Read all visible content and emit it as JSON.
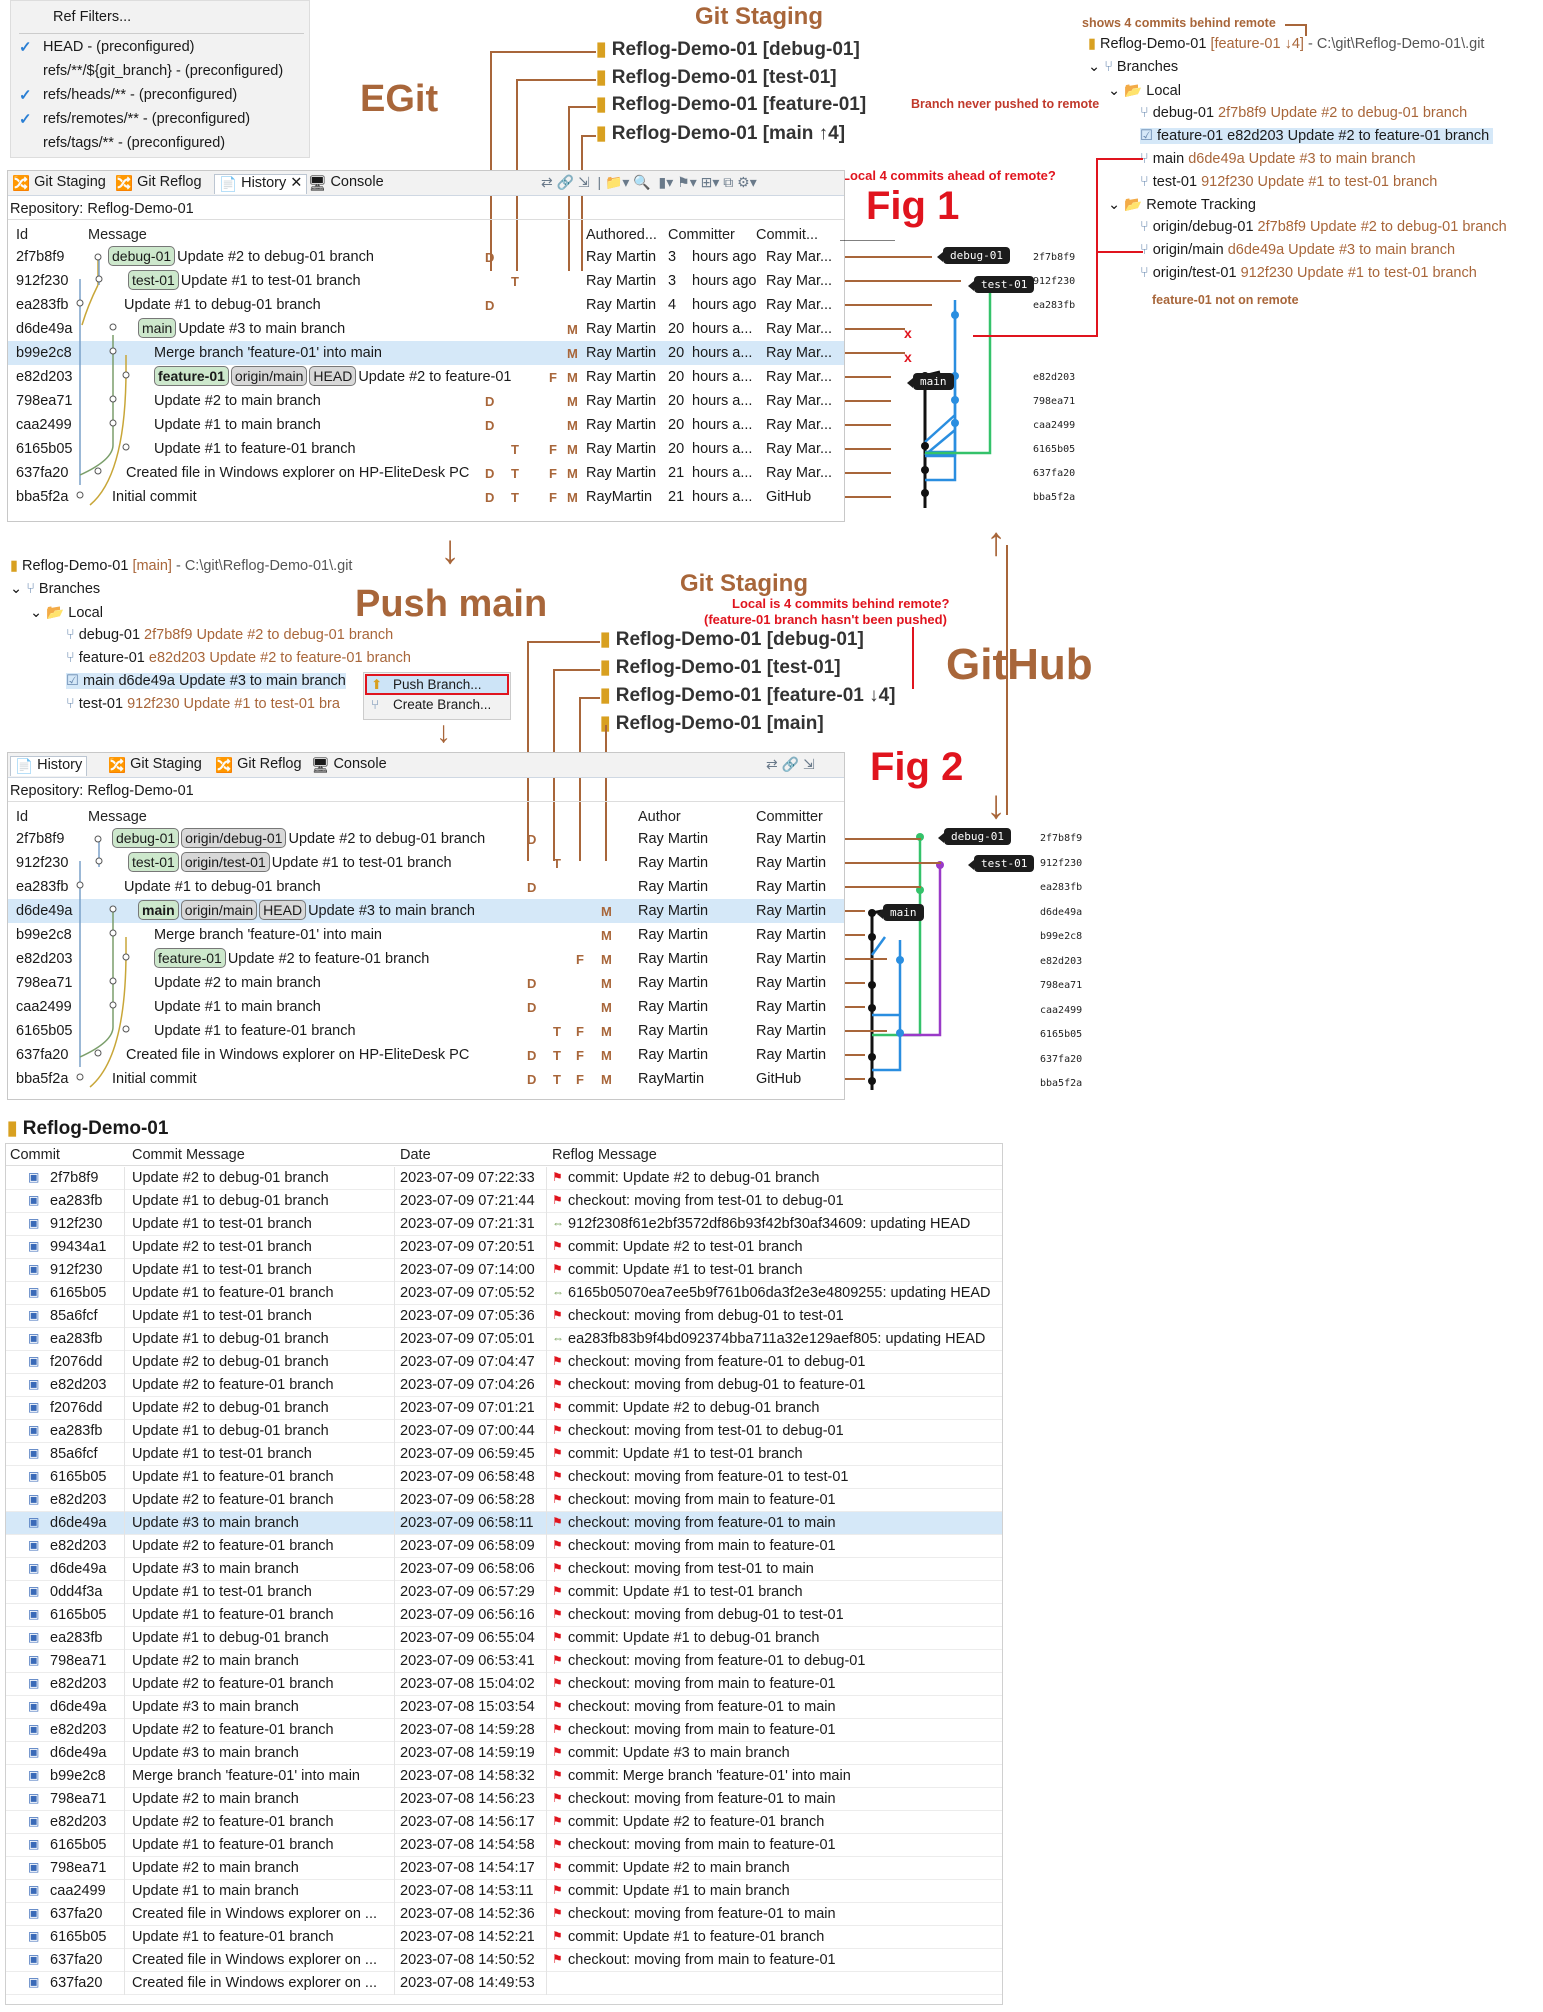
{
  "colors": {
    "annotation": "#a8663a",
    "red": "#e0141e",
    "selection": "#d5e8f8",
    "tag_green": "#cde8cc"
  },
  "ref_filters": {
    "title": "Ref Filters...",
    "items": [
      {
        "label": "HEAD - (preconfigured)",
        "checked": true
      },
      {
        "label": "refs/**/${git_branch} - (preconfigured)",
        "checked": false
      },
      {
        "label": "refs/heads/** - (preconfigured)",
        "checked": true
      },
      {
        "label": "refs/remotes/** - (preconfigured)",
        "checked": true
      },
      {
        "label": "refs/tags/** - (preconfigured)",
        "checked": false
      }
    ]
  },
  "labels": {
    "egit": "EGit",
    "git_staging_1": "Git Staging",
    "git_staging_2": "Git Staging",
    "push_main": "Push  main",
    "github": "GitHub",
    "fig1": "Fig 1",
    "fig2": "Fig 2",
    "never_pushed": "Branch never pushed to remote",
    "ahead": "Local 4 commits ahead of remote?",
    "behind_top": "shows 4 commits behind remote",
    "not_on_remote": "feature-01 not on remote",
    "behind_mid_1": "Local is 4 commits behind remote?",
    "behind_mid_2": "(feature-01 branch hasn't been pushed)"
  },
  "staging1": [
    "Reflog-Demo-01 [debug-01]",
    "Reflog-Demo-01 [test-01]",
    "Reflog-Demo-01 [feature-01]",
    "Reflog-Demo-01 [main ↑4]"
  ],
  "staging2": [
    "Reflog-Demo-01 [debug-01]",
    "Reflog-Demo-01 [test-01]",
    "Reflog-Demo-01 [feature-01 ↓4]",
    "Reflog-Demo-01 [main]"
  ],
  "tabs1": [
    "Git Staging",
    "Git Reflog",
    "History",
    "Console"
  ],
  "tabs2": [
    "History",
    "Git Staging",
    "Git Reflog",
    "Console"
  ],
  "repository": "Repository: Reflog-Demo-01",
  "cols1": [
    "Id",
    "Message",
    "Authored...",
    "Committer",
    "Commit..."
  ],
  "cols2": [
    "Id",
    "Message",
    "Author",
    "Committer"
  ],
  "hist1": [
    {
      "id": "2f7b8f9",
      "tags": [
        "debug-01"
      ],
      "msg": "Update #2 to debug-01 branch",
      "author": "Ray Martin",
      "date": "3",
      "ago": "hours ago",
      "committer": "Ray Mar..."
    },
    {
      "id": "912f230",
      "tags": [
        "test-01"
      ],
      "msg": "Update #1 to test-01 branch",
      "author": "Ray Martin",
      "date": "3",
      "ago": "hours ago",
      "committer": "Ray Mar..."
    },
    {
      "id": "ea283fb",
      "tags": [],
      "msg": "Update #1 to debug-01 branch",
      "author": "Ray Martin",
      "date": "4",
      "ago": "hours ago",
      "committer": "Ray Mar..."
    },
    {
      "id": "d6de49a",
      "tags": [
        "main"
      ],
      "msg": "Update #3 to main branch",
      "author": "Ray Martin",
      "date": "20",
      "ago": "hours a...",
      "committer": "Ray Mar..."
    },
    {
      "id": "b99e2c8",
      "tags": [],
      "msg": "Merge branch 'feature-01' into main",
      "author": "Ray Martin",
      "date": "20",
      "ago": "hours a...",
      "committer": "Ray Mar..."
    },
    {
      "id": "e82d203",
      "tags": [
        "feature-01",
        "origin/main",
        "HEAD"
      ],
      "msg": "Update #2 to feature-01",
      "author": "Ray Martin",
      "date": "20",
      "ago": "hours a...",
      "committer": "Ray Mar..."
    },
    {
      "id": "798ea71",
      "tags": [],
      "msg": "Update #2 to main branch",
      "author": "Ray Martin",
      "date": "20",
      "ago": "hours a...",
      "committer": "Ray Mar..."
    },
    {
      "id": "caa2499",
      "tags": [],
      "msg": "Update #1 to main branch",
      "author": "Ray Martin",
      "date": "20",
      "ago": "hours a...",
      "committer": "Ray Mar..."
    },
    {
      "id": "6165b05",
      "tags": [],
      "msg": "Update #1 to feature-01 branch",
      "author": "Ray Martin",
      "date": "20",
      "ago": "hours a...",
      "committer": "Ray Mar..."
    },
    {
      "id": "637fa20",
      "tags": [],
      "msg": "Created file in Windows explorer on HP-EliteDesk PC",
      "author": "Ray Martin",
      "date": "21",
      "ago": "hours a...",
      "committer": "Ray Mar..."
    },
    {
      "id": "bba5f2a",
      "tags": [],
      "msg": "Initial commit",
      "author": "RayMartin",
      "date": "21",
      "ago": "hours a...",
      "committer": "GitHub"
    }
  ],
  "hist2": [
    {
      "id": "2f7b8f9",
      "tags": [
        "debug-01",
        "origin/debug-01"
      ],
      "msg": "Update #2 to debug-01 branch",
      "author": "Ray Martin",
      "committer": "Ray Martin"
    },
    {
      "id": "912f230",
      "tags": [
        "test-01",
        "origin/test-01"
      ],
      "msg": "Update #1 to test-01 branch",
      "author": "Ray Martin",
      "committer": "Ray Martin"
    },
    {
      "id": "ea283fb",
      "tags": [],
      "msg": "Update #1 to debug-01 branch",
      "author": "Ray Martin",
      "committer": "Ray Martin"
    },
    {
      "id": "d6de49a",
      "tags": [
        "main",
        "origin/main",
        "HEAD"
      ],
      "msg": "Update #3 to main branch",
      "author": "Ray Martin",
      "committer": "Ray Martin"
    },
    {
      "id": "b99e2c8",
      "tags": [],
      "msg": "Merge branch 'feature-01' into main",
      "author": "Ray Martin",
      "committer": "Ray Martin"
    },
    {
      "id": "e82d203",
      "tags": [
        "feature-01"
      ],
      "msg": "Update #2 to feature-01 branch",
      "author": "Ray Martin",
      "committer": "Ray Martin"
    },
    {
      "id": "798ea71",
      "tags": [],
      "msg": "Update #2 to main branch",
      "author": "Ray Martin",
      "committer": "Ray Martin"
    },
    {
      "id": "caa2499",
      "tags": [],
      "msg": "Update #1 to main branch",
      "author": "Ray Martin",
      "committer": "Ray Martin"
    },
    {
      "id": "6165b05",
      "tags": [],
      "msg": "Update #1 to feature-01 branch",
      "author": "Ray Martin",
      "committer": "Ray Martin"
    },
    {
      "id": "637fa20",
      "tags": [],
      "msg": "Created file in Windows explorer on HP-EliteDesk PC",
      "author": "Ray Martin",
      "committer": "Ray Martin"
    },
    {
      "id": "bba5f2a",
      "tags": [],
      "msg": "Initial commit",
      "author": "RayMartin",
      "committer": "GitHub"
    }
  ],
  "letters1": [
    [
      "D"
    ],
    [
      "T"
    ],
    [
      "D"
    ],
    [
      "M"
    ],
    [
      "M"
    ],
    [
      "F",
      "M"
    ],
    [
      "D",
      "M"
    ],
    [
      "D",
      "M"
    ],
    [
      "T",
      "F",
      "M"
    ],
    [
      "D",
      "T",
      "F",
      "M"
    ],
    [
      "D",
      "T",
      "F",
      "M"
    ]
  ],
  "letters2": [
    [
      "D"
    ],
    [
      "T"
    ],
    [
      "D"
    ],
    [
      "M"
    ],
    [
      "M"
    ],
    [
      "F",
      "M"
    ],
    [
      "D",
      "M"
    ],
    [
      "D",
      "M"
    ],
    [
      "T",
      "F",
      "M"
    ],
    [
      "D",
      "T",
      "F",
      "M"
    ],
    [
      "D",
      "T",
      "F",
      "M"
    ]
  ],
  "hashes1": [
    "2f7b8f9",
    "912f230",
    "ea283fb",
    "",
    "",
    "e82d203",
    "798ea71",
    "caa2499",
    "6165b05",
    "637fa20",
    "bba5f2a"
  ],
  "hashes2": [
    "2f7b8f9",
    "912f230",
    "ea283fb",
    "d6de49a",
    "b99e2c8",
    "e82d203",
    "798ea71",
    "caa2499",
    "6165b05",
    "637fa20",
    "bba5f2a"
  ],
  "github_badges": {
    "debug": "debug-01",
    "test": "test-01",
    "main": "main"
  },
  "tree_top": {
    "repo": "Reflog-Demo-01",
    "repo_branch": "[feature-01 ↓4]",
    "repo_path": "- C:\\git\\Reflog-Demo-01\\.git",
    "branches": "Branches",
    "local": "Local",
    "remote": "Remote Tracking",
    "local_items": [
      {
        "name": "debug-01",
        "hash": "2f7b8f9 Update #2 to debug-01 branch"
      },
      {
        "name": "feature-01 e82d203 Update #2 to feature-01 branch",
        "hash": ""
      },
      {
        "name": "main",
        "hash": "d6de49a Update #3 to main branch"
      },
      {
        "name": "test-01",
        "hash": "912f230 Update #1 to test-01 branch"
      }
    ],
    "remote_items": [
      {
        "name": "origin/debug-01",
        "hash": "2f7b8f9 Update #2 to debug-01 branch"
      },
      {
        "name": "origin/main",
        "hash": "d6de49a Update #3 to main branch"
      },
      {
        "name": "origin/test-01",
        "hash": "912f230 Update #1 to test-01 branch"
      }
    ]
  },
  "tree_mid": {
    "repo": "Reflog-Demo-01",
    "repo_branch": "[main]",
    "repo_path": "- C:\\git\\Reflog-Demo-01\\.git",
    "branches": "Branches",
    "local": "Local",
    "items": [
      {
        "name": "debug-01",
        "hash": "2f7b8f9 Update #2 to debug-01 branch"
      },
      {
        "name": "feature-01",
        "hash": "e82d203 Update #2 to feature-01 branch"
      },
      {
        "name": "main d6de49a Update #3 to main branch",
        "hash": ""
      },
      {
        "name": "test-01",
        "hash": "912f230 Update #1 to test-01 bra"
      }
    ],
    "menu": [
      "Push Branch...",
      "Create Branch..."
    ]
  },
  "reflog": {
    "title": "Reflog-Demo-01",
    "cols": [
      "Commit",
      "Commit Message",
      "Date",
      "Reflog Message"
    ],
    "rows": [
      [
        "2f7b8f9",
        "Update #2 to debug-01 branch",
        "2023-07-09 07:22:33",
        "commit: Update #2 to debug-01 branch"
      ],
      [
        "ea283fb",
        "Update #1 to debug-01 branch",
        "2023-07-09 07:21:44",
        "checkout: moving from test-01 to debug-01"
      ],
      [
        "912f230",
        "Update #1 to test-01 branch",
        "2023-07-09 07:21:31",
        "912f2308f61e2bf3572df86b93f42bf30af34609: updating HEAD"
      ],
      [
        "99434a1",
        "Update #2 to test-01 branch",
        "2023-07-09 07:20:51",
        "commit: Update #2 to test-01 branch"
      ],
      [
        "912f230",
        "Update #1 to test-01 branch",
        "2023-07-09 07:14:00",
        "commit: Update #1 to test-01 branch"
      ],
      [
        "6165b05",
        "Update #1 to feature-01 branch",
        "2023-07-09 07:05:52",
        "6165b05070ea7ee5b9f761b06da3f2e3e4809255: updating HEAD"
      ],
      [
        "85a6fcf",
        "Update #1 to test-01 branch",
        "2023-07-09 07:05:36",
        "checkout: moving from debug-01 to test-01"
      ],
      [
        "ea283fb",
        "Update #1 to debug-01 branch",
        "2023-07-09 07:05:01",
        "ea283fb83b9f4bd092374bba711a32e129aef805: updating HEAD"
      ],
      [
        "f2076dd",
        "Update #2 to debug-01 branch",
        "2023-07-09 07:04:47",
        "checkout: moving from feature-01 to debug-01"
      ],
      [
        "e82d203",
        "Update #2 to feature-01 branch",
        "2023-07-09 07:04:26",
        "checkout: moving from debug-01 to feature-01"
      ],
      [
        "f2076dd",
        "Update #2 to debug-01 branch",
        "2023-07-09 07:01:21",
        "commit: Update #2 to debug-01 branch"
      ],
      [
        "ea283fb",
        "Update #1 to debug-01 branch",
        "2023-07-09 07:00:44",
        "checkout: moving from test-01 to debug-01"
      ],
      [
        "85a6fcf",
        "Update #1 to test-01 branch",
        "2023-07-09 06:59:45",
        "commit: Update #1 to test-01 branch"
      ],
      [
        "6165b05",
        "Update #1 to feature-01 branch",
        "2023-07-09 06:58:48",
        "checkout: moving from feature-01 to test-01"
      ],
      [
        "e82d203",
        "Update #2 to feature-01 branch",
        "2023-07-09 06:58:28",
        "checkout: moving from main to feature-01"
      ],
      [
        "d6de49a",
        "Update #3 to main branch",
        "2023-07-09 06:58:11",
        "checkout: moving from feature-01 to main"
      ],
      [
        "e82d203",
        "Update #2 to feature-01 branch",
        "2023-07-09 06:58:09",
        "checkout: moving from main to feature-01"
      ],
      [
        "d6de49a",
        "Update #3 to main branch",
        "2023-07-09 06:58:06",
        "checkout: moving from test-01 to main"
      ],
      [
        "0dd4f3a",
        "Update #1 to test-01 branch",
        "2023-07-09 06:57:29",
        "commit: Update #1 to test-01 branch"
      ],
      [
        "6165b05",
        "Update #1 to feature-01 branch",
        "2023-07-09 06:56:16",
        "checkout: moving from debug-01 to test-01"
      ],
      [
        "ea283fb",
        "Update #1 to debug-01 branch",
        "2023-07-09 06:55:04",
        "commit: Update #1 to debug-01 branch"
      ],
      [
        "798ea71",
        "Update #2 to main branch",
        "2023-07-09 06:53:41",
        "checkout: moving from feature-01 to debug-01"
      ],
      [
        "e82d203",
        "Update #2 to feature-01 branch",
        "2023-07-08 15:04:02",
        "checkout: moving from main to feature-01"
      ],
      [
        "d6de49a",
        "Update #3 to main branch",
        "2023-07-08 15:03:54",
        "checkout: moving from feature-01 to main"
      ],
      [
        "e82d203",
        "Update #2 to feature-01 branch",
        "2023-07-08 14:59:28",
        "checkout: moving from main to feature-01"
      ],
      [
        "d6de49a",
        "Update #3 to main branch",
        "2023-07-08 14:59:19",
        "commit: Update #3 to main branch"
      ],
      [
        "b99e2c8",
        "Merge branch 'feature-01' into main",
        "2023-07-08 14:58:32",
        "commit: Merge branch 'feature-01' into main"
      ],
      [
        "798ea71",
        "Update #2 to main branch",
        "2023-07-08 14:56:23",
        "checkout: moving from feature-01 to main"
      ],
      [
        "e82d203",
        "Update #2 to feature-01 branch",
        "2023-07-08 14:56:17",
        "commit: Update #2 to feature-01 branch"
      ],
      [
        "6165b05",
        "Update #1 to feature-01 branch",
        "2023-07-08 14:54:58",
        "checkout: moving from main to feature-01"
      ],
      [
        "798ea71",
        "Update #2 to main branch",
        "2023-07-08 14:54:17",
        "commit: Update #2 to main branch"
      ],
      [
        "caa2499",
        "Update #1 to main branch",
        "2023-07-08 14:53:11",
        "commit: Update #1 to main branch"
      ],
      [
        "637fa20",
        "Created file in Windows explorer on ...",
        "2023-07-08 14:52:36",
        "checkout: moving from feature-01 to main"
      ],
      [
        "6165b05",
        "Update #1 to feature-01 branch",
        "2023-07-08 14:52:21",
        "commit: Update #1 to feature-01 branch"
      ],
      [
        "637fa20",
        "Created file in Windows explorer on ...",
        "2023-07-08 14:50:52",
        "checkout: moving from main to feature-01"
      ],
      [
        "637fa20",
        "Created file in Windows explorer on ...",
        "2023-07-08 14:49:53",
        ""
      ]
    ],
    "selected_index": 15
  }
}
